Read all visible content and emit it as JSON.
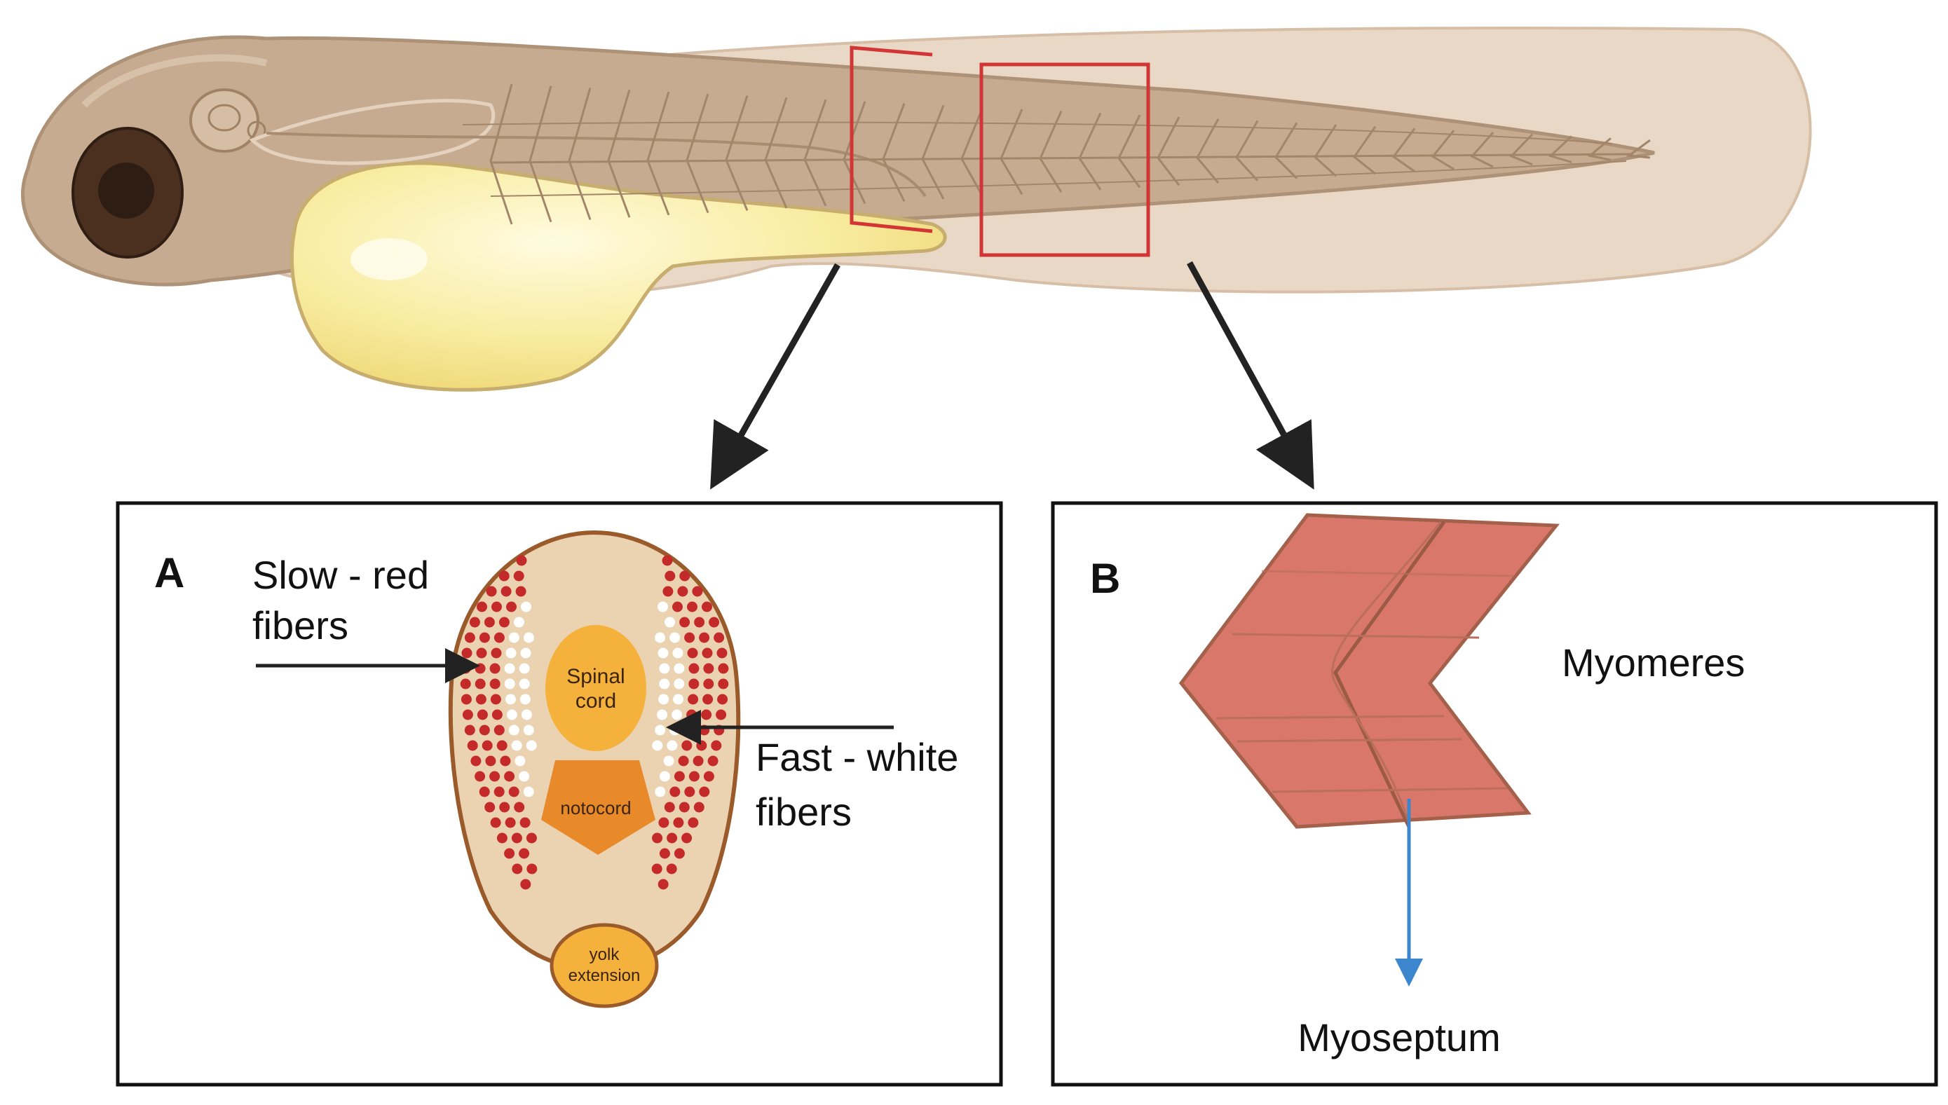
{
  "panel_a": {
    "letter": "A",
    "slow_line1": "Slow - red",
    "slow_line2": "fibers",
    "fast_line1": "Fast - white",
    "fast_line2": "fibers",
    "spinal_line1": "Spinal",
    "spinal_line2": "cord",
    "notochord": "notocord",
    "yolk_line1": "yolk",
    "yolk_line2": "extension"
  },
  "panel_b": {
    "letter": "B",
    "myomeres": "Myomeres",
    "myoseptum": "Myoseptum"
  },
  "colors": {
    "body": "#c7ab90",
    "fin": "#ead8c6",
    "yolk": "#f8eca0",
    "eye": "#4b3020",
    "highlight_box": "#d23535",
    "slow_fiber": "#c42a2a",
    "fast_fiber": "#ffffff",
    "section_fill": "#ebd3b2",
    "section_outline": "#9a5a2a",
    "spinal_cord": "#f4b13b",
    "notochord": "#e98a2a",
    "myomere": "#d9776a",
    "myoseptum_arrow": "#3b86cc",
    "pointer_arrow": "#222222"
  }
}
